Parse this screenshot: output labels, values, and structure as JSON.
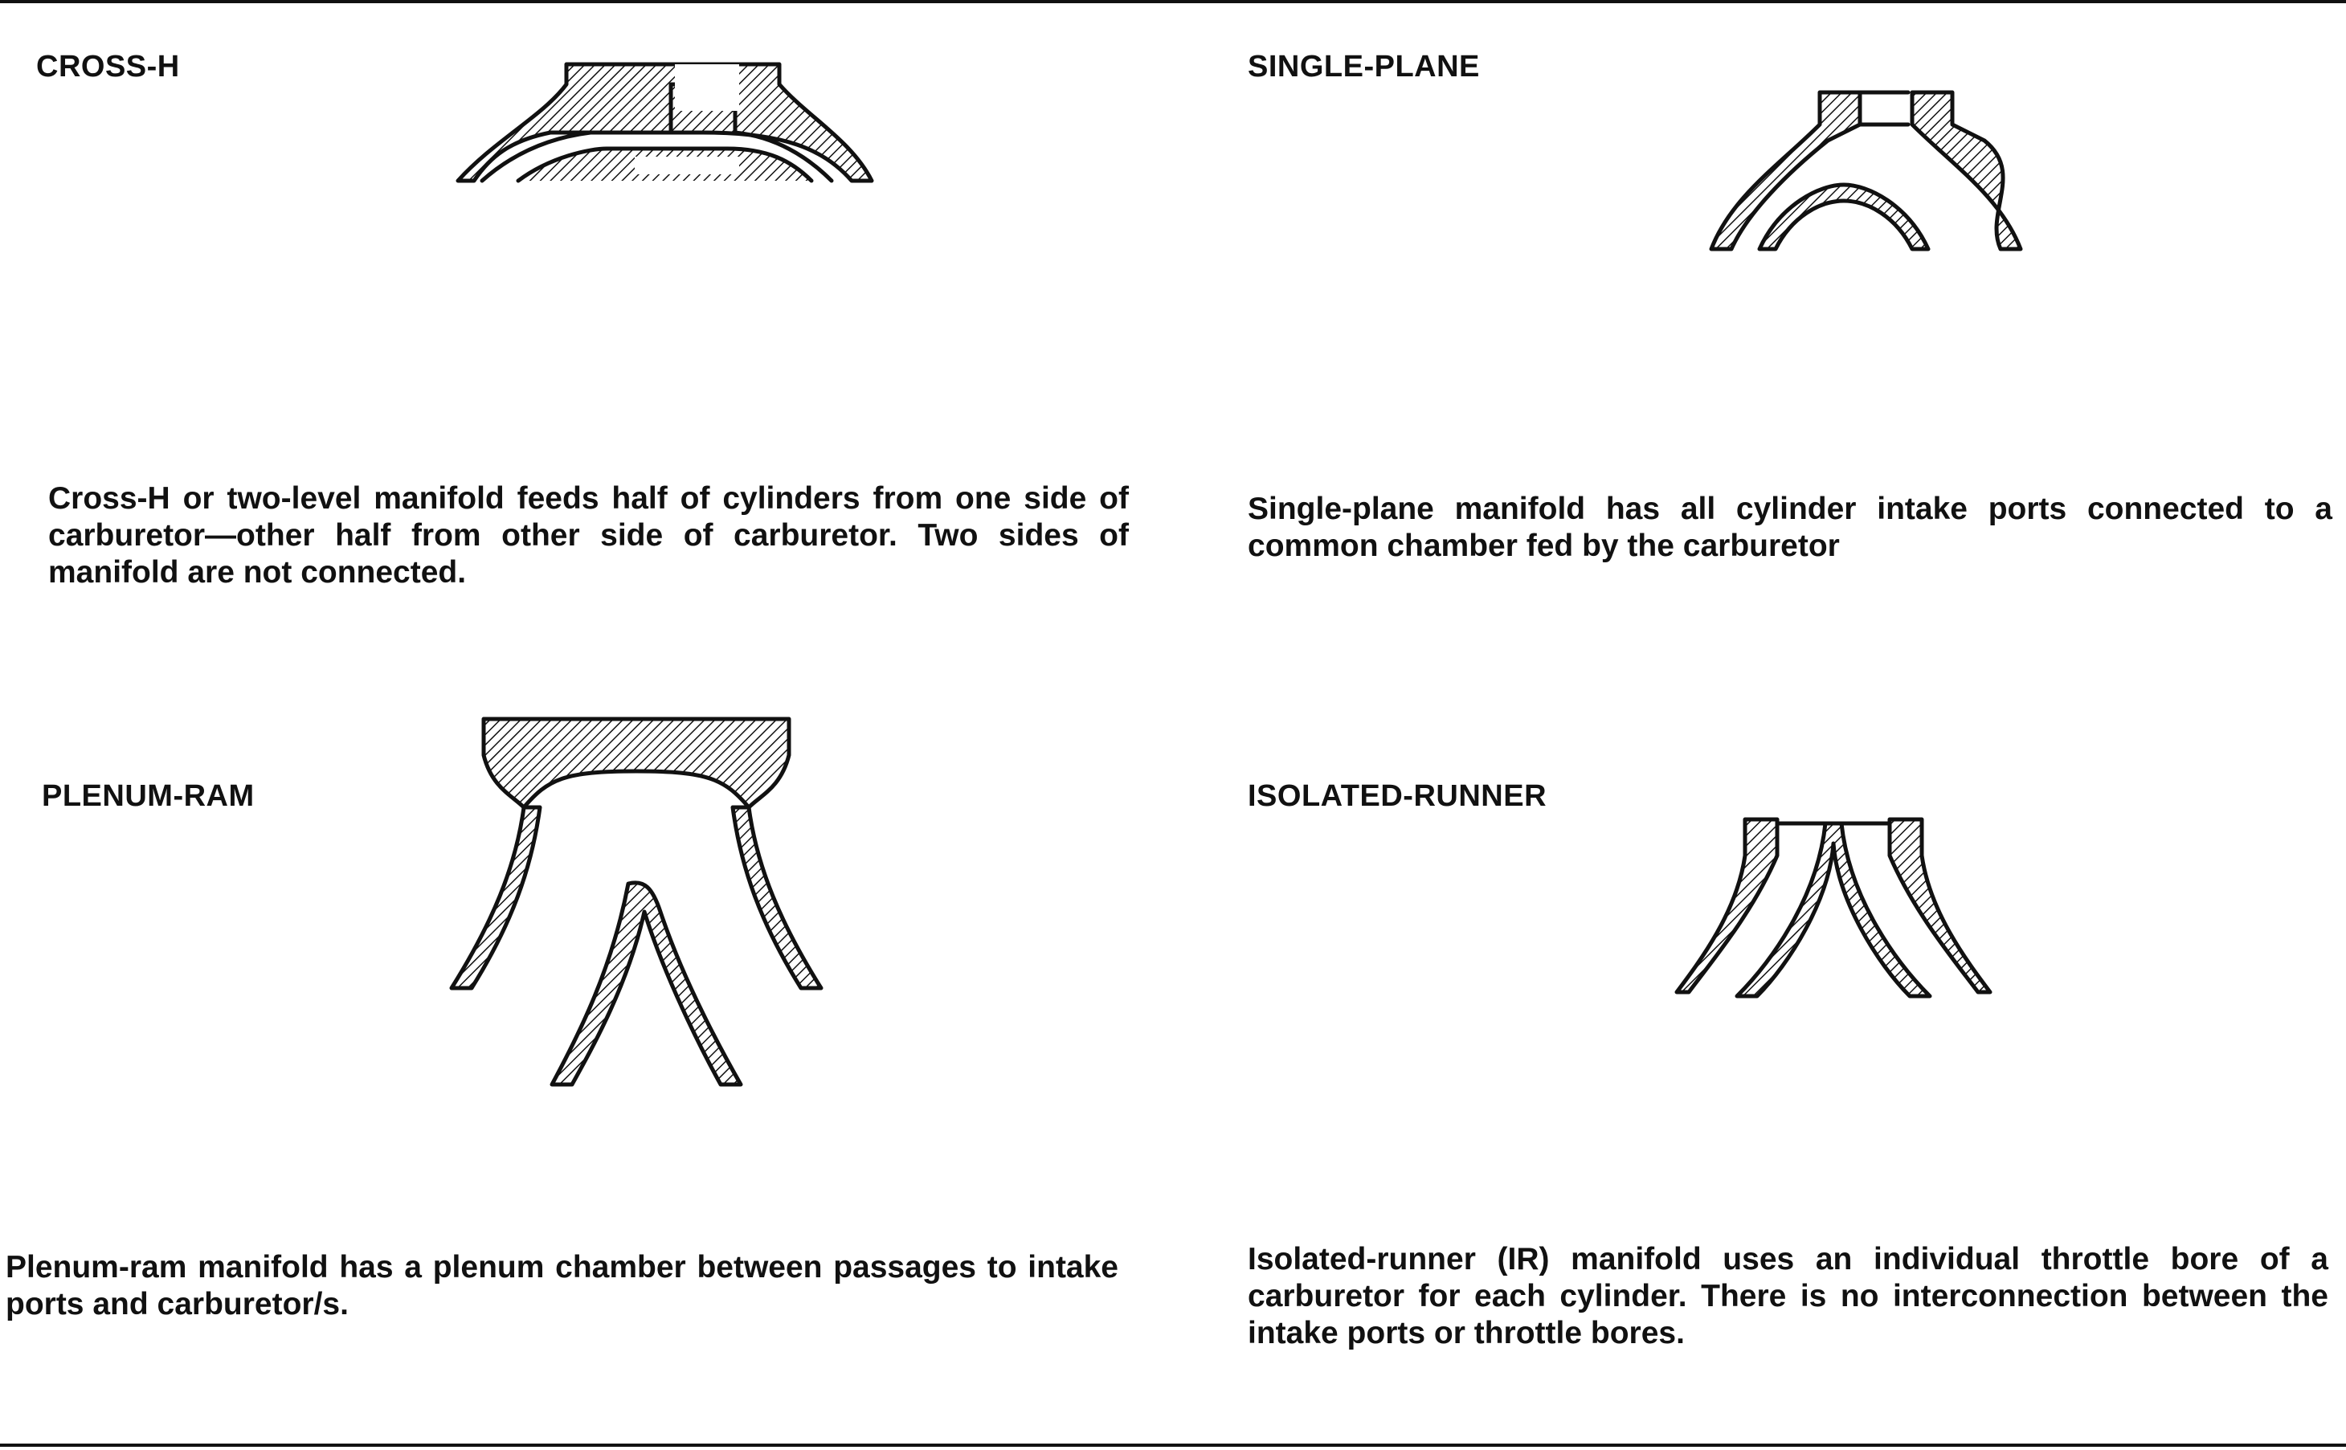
{
  "panels": [
    {
      "id": "cross-h",
      "title": "CROSS-H",
      "caption": "Cross-H or two-level manifold feeds half of cylinders from one side of carburetor—other half from other side of carburetor. Two sides of manifold are not connected."
    },
    {
      "id": "single-plane",
      "title": "SINGLE-PLANE",
      "caption": "Single-plane manifold has all cylinder intake ports connected to a common chamber fed by the carburetor"
    },
    {
      "id": "plenum-ram",
      "title": "PLENUM-RAM",
      "caption": "Plenum-ram manifold has a plenum chamber between passages to intake ports and carburetor/s."
    },
    {
      "id": "isolated-runner",
      "title": "ISOLATED-RUNNER",
      "caption": "Isolated-runner (IR) manifold uses an individual throttle bore of a carburetor for each cylinder. There is no interconnection between the intake ports or throttle bores."
    }
  ],
  "colors": {
    "ink": "#111111",
    "paper": "#ffffff"
  }
}
